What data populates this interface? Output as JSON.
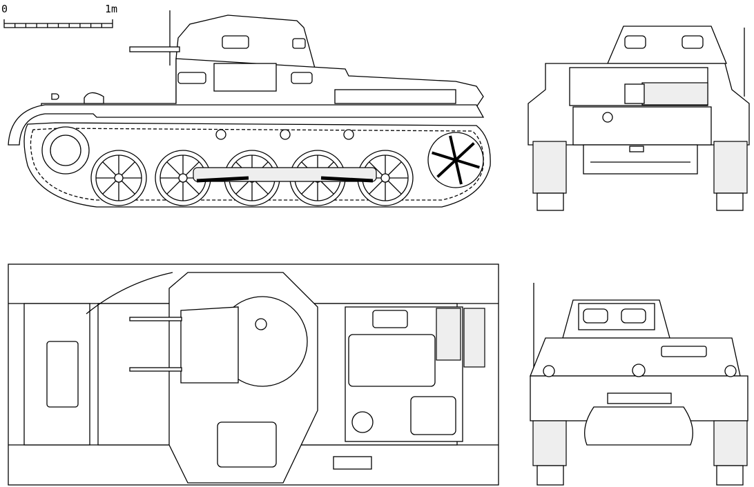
{
  "scale_bar": {
    "start_label": "0",
    "end_label": "1m",
    "divisions": 10
  },
  "views": [
    "side",
    "front",
    "top",
    "rear"
  ]
}
